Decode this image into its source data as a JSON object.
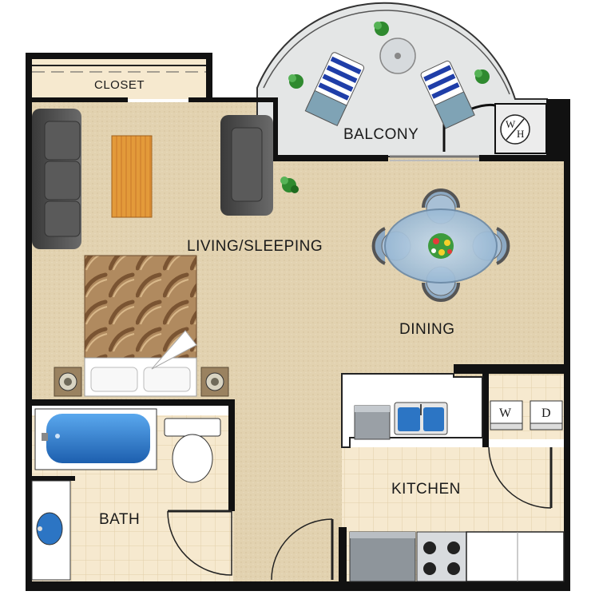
{
  "rooms": {
    "closet": "CLOSET",
    "balcony": "BALCONY",
    "living": "LIVING/SLEEPING",
    "dining": "DINING",
    "kitchen": "KITCHEN",
    "bath": "BATH"
  },
  "appliances": {
    "water_heater_w": "W",
    "water_heater_h": "H",
    "washer": "W",
    "dryer": "D"
  },
  "colors": {
    "wall": "#111111",
    "carpet": "#e2d2b0",
    "tile": "#f6e9cf",
    "balcony_floor": "#e4e6e6",
    "sofa": "#4a4a4a",
    "table_glass": "#9fbcd6",
    "tub": "#2a78c8"
  }
}
